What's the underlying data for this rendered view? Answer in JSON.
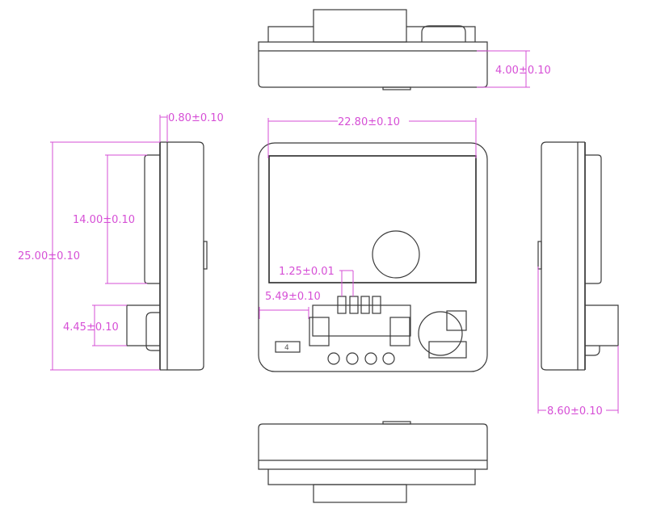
{
  "drawing": {
    "type": "orthographic mechanical drawing",
    "line_color": "#3a3a3a",
    "dimension_color": "#d64fd6",
    "views": [
      "top",
      "front",
      "left",
      "right",
      "bottom"
    ],
    "dimensions": {
      "height_top": "4.00±0.10",
      "width_front": "22.80±0.10",
      "plate_thickness": "0.80±0.10",
      "display_height": "14.00±0.10",
      "overall_height": "25.00±0.10",
      "connector_height": "4.45±0.10",
      "pin_pitch": "1.25±0.01",
      "connector_offset": "5.49±0.10",
      "overall_depth": "8.60±0.10"
    },
    "front_label_glyph": "4"
  }
}
